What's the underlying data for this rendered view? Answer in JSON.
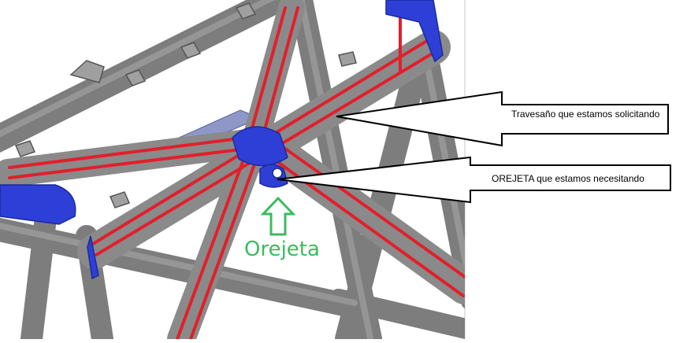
{
  "callouts": {
    "crossbar": "Travesaño que estamos solicitando",
    "tab": "OREJETA que estamos necesitando"
  },
  "arrow_label": "Orejeta",
  "colors": {
    "tube": "#8a8a8a",
    "tube_dark": "#5c5c5c",
    "highlight": "#e21f2b",
    "part": "#2d3fd6",
    "plate": "#8f97c8",
    "arrow": "#3dbb5e",
    "outline": "#000000"
  }
}
